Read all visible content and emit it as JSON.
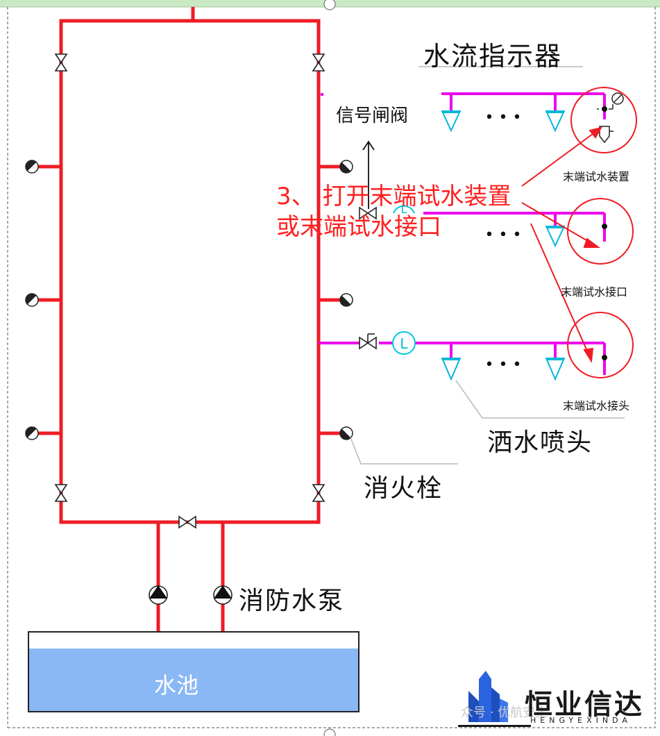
{
  "labels": {
    "water_flow_indicator": "水流指示器",
    "signal_gate_valve": "信号闸阀",
    "end_test_device": "末端试水装置",
    "end_test_port": "末端试水接口",
    "end_test_head": "末端试水接头",
    "sprinkler": "洒水喷头",
    "hydrant": "消火栓",
    "fire_pump": "消防水泵",
    "water_pool": "水池",
    "flow_switch_letter": "L",
    "sprinkler_dots": "• • •"
  },
  "instruction": {
    "line1": "3、 打开末端试水装置",
    "line2": "或末端试水接口"
  },
  "brand": {
    "name_cn": "恒业信达",
    "name_en": "HENGYEXINDA",
    "watermark": "众号 · 优航安全"
  },
  "colors": {
    "pipe_red": "#ee1c25",
    "branch_magenta": "#ee00ee",
    "sprinkler_cyan": "#00b8d8",
    "callout_red": "#ff2020",
    "pool_water": "#8ab8f5",
    "brand_blue": "#1e4fbf"
  },
  "icons": [
    "gate-valve-icon",
    "hydrant-icon",
    "pump-icon",
    "sprinkler-icon",
    "flow-indicator-icon",
    "pressure-gauge-icon",
    "building-logo-icon"
  ]
}
